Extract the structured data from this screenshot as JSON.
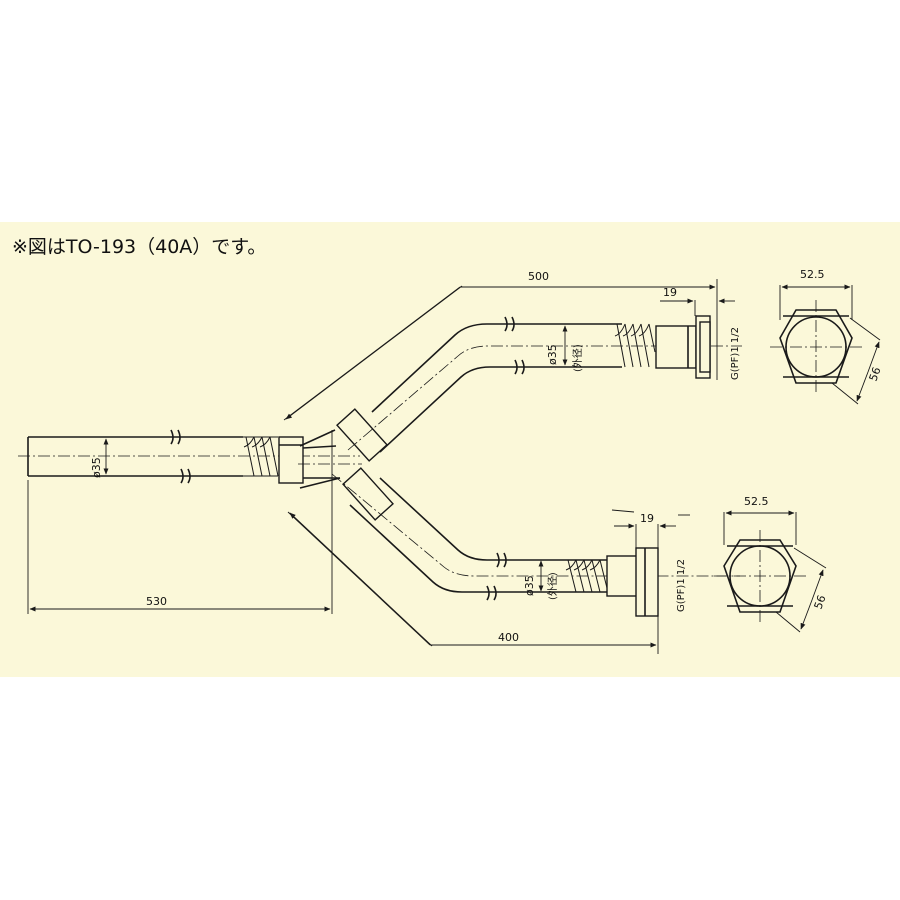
{
  "caption": "※図はTO-193（40A）です。",
  "dimensions": {
    "upper_length": "500",
    "upper_nut_depth": "19",
    "upper_diameter": "ø35",
    "upper_diameter_note": "(外径)",
    "upper_thread": "G(PF)1 1/2",
    "upper_flat_width": "52.5",
    "upper_corner_width": "56",
    "main_diameter": "ø35",
    "main_length": "530",
    "lower_length": "400",
    "lower_nut_depth": "19",
    "lower_diameter": "ø35",
    "lower_diameter_note": "(外径)",
    "lower_thread": "G(PF)1 1/2",
    "lower_flat_width": "52.5",
    "lower_corner_width": "56"
  }
}
